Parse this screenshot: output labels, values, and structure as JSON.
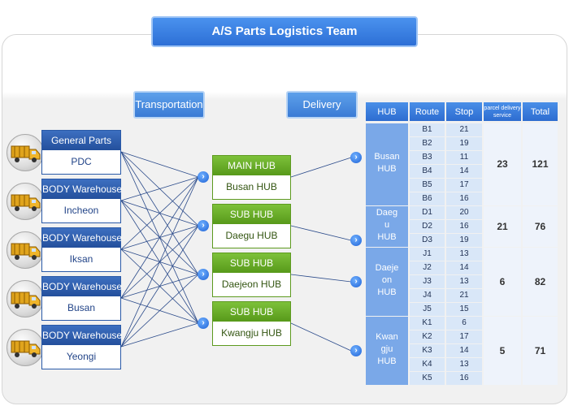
{
  "title": "A/S Parts Logistics Team",
  "labels": {
    "transportation": "Transportation",
    "delivery": "Delivery"
  },
  "sources": [
    {
      "head": "General Parts",
      "body": "PDC"
    },
    {
      "head": "BODY Warehouse",
      "body": "Incheon"
    },
    {
      "head": "BODY Warehouse",
      "body": "Iksan"
    },
    {
      "head": "BODY Warehouse",
      "body": "Busan"
    },
    {
      "head": "BODY Warehouse",
      "body": "Yeongi"
    }
  ],
  "hubs": [
    {
      "head": "MAIN HUB",
      "body": "Busan HUB"
    },
    {
      "head": "SUB HUB",
      "body": "Daegu HUB"
    },
    {
      "head": "SUB HUB",
      "body": "Daejeon HUB"
    },
    {
      "head": "SUB HUB",
      "body": "Kwangju HUB"
    }
  ],
  "table": {
    "headers": {
      "hub": "HUB",
      "route": "Route",
      "stop": "Stop",
      "parcel": "parcel delivery service",
      "total": "Total"
    },
    "groups": [
      {
        "hub_lines": [
          "Busan",
          "HUB"
        ],
        "parcel": "23",
        "total": "121",
        "rows": [
          {
            "route": "B1",
            "stop": "21"
          },
          {
            "route": "B2",
            "stop": "19"
          },
          {
            "route": "B3",
            "stop": "11"
          },
          {
            "route": "B4",
            "stop": "14"
          },
          {
            "route": "B5",
            "stop": "17"
          },
          {
            "route": "B6",
            "stop": "16"
          }
        ]
      },
      {
        "hub_lines": [
          "Daeg",
          "u",
          "HUB"
        ],
        "parcel": "21",
        "total": "76",
        "rows": [
          {
            "route": "D1",
            "stop": "20"
          },
          {
            "route": "D2",
            "stop": "16"
          },
          {
            "route": "D3",
            "stop": "19"
          }
        ]
      },
      {
        "hub_lines": [
          "Daeje",
          "on",
          "HUB"
        ],
        "parcel": "6",
        "total": "82",
        "rows": [
          {
            "route": "J1",
            "stop": "13"
          },
          {
            "route": "J2",
            "stop": "14"
          },
          {
            "route": "J3",
            "stop": "13"
          },
          {
            "route": "J4",
            "stop": "21"
          },
          {
            "route": "J5",
            "stop": "15"
          }
        ]
      },
      {
        "hub_lines": [
          "Kwan",
          "gju",
          "HUB"
        ],
        "parcel": "5",
        "total": "71",
        "rows": [
          {
            "route": "K1",
            "stop": "6"
          },
          {
            "route": "K2",
            "stop": "17"
          },
          {
            "route": "K3",
            "stop": "14"
          },
          {
            "route": "K4",
            "stop": "13"
          },
          {
            "route": "K5",
            "stop": "16"
          }
        ]
      }
    ]
  },
  "icons": {
    "source_icon": "truck-icon",
    "connector_icon": "chevron-right-icon"
  },
  "colors": {
    "title_bg": "#2d6fd6",
    "source_head": "#234f9c",
    "hub_head": "#57991a",
    "table_head": "#2d6cd0",
    "link_line": "#2a4a8a"
  }
}
